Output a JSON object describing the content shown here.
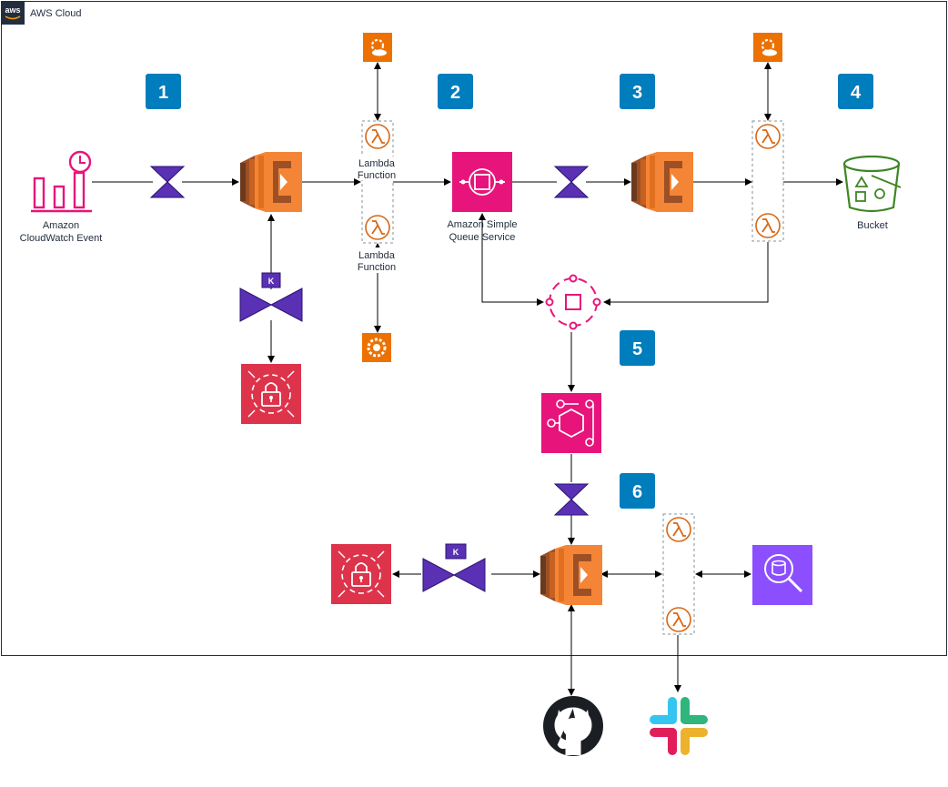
{
  "cloud": {
    "label": "AWS Cloud",
    "logo": "aws"
  },
  "steps": [
    "1",
    "2",
    "3",
    "4",
    "5",
    "6"
  ],
  "labels": {
    "cloudwatch": [
      "Amazon",
      "CloudWatch Event"
    ],
    "lambda_top": [
      "Lambda",
      "Function"
    ],
    "lambda_bottom": [
      "Lambda",
      "Function"
    ],
    "sqs": [
      "Amazon Simple",
      "Queue Service"
    ],
    "bucket": "Bucket",
    "kinesis_key": "K",
    "firehose_key": "K"
  },
  "colors": {
    "step_badge": "#007dbc",
    "compute_orange": "#ed7100",
    "app_integration_pink": "#e7157b",
    "security_red": "#dd344c",
    "analytics_purple": "#8c4fff",
    "storage_green": "#3f8624",
    "valve_purple": "#5a30b5",
    "lambda_orange": "#d86613"
  },
  "icons": {
    "cloudwatch": "cloudwatch-event-icon",
    "lambda": "lambda-icon",
    "sqs": "sqs-icon",
    "s3": "s3-bucket-icon",
    "eventbridge": "eventbridge-icon",
    "secrets": "secrets-manager-icon",
    "athena": "athena-icon",
    "github": "github-icon",
    "slack": "slack-icon"
  }
}
